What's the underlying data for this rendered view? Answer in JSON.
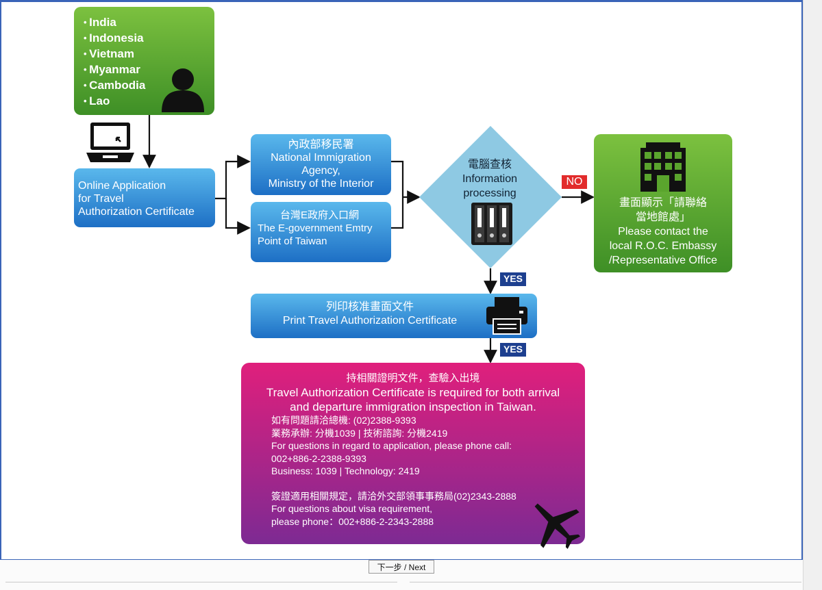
{
  "countries": [
    "India",
    "Indonesia",
    "Vietnam",
    "Myanmar",
    "Cambodia",
    "Lao"
  ],
  "online_application": [
    "Online Application",
    "for Travel",
    "Authorization Certificate"
  ],
  "nia": {
    "zh": "內政部移民署",
    "en1": "National Immigration",
    "en2": "Agency,",
    "en3": "Ministry of the Interior"
  },
  "egov": {
    "zh": "台灣E政府入口網",
    "en1": "The E-government Emtry",
    "en2": "Point of Taiwan"
  },
  "processing": {
    "zh": "電腦查核",
    "en1": "Information",
    "en2": "processing"
  },
  "labels": {
    "no": "NO",
    "yes1": "YES",
    "yes2": "YES"
  },
  "contact": {
    "zh1": "畫面顯示「請聯絡",
    "zh2": "當地館處」",
    "en1": "Please contact the",
    "en2": "local R.O.C. Embassy",
    "en3": "/Representative Office"
  },
  "print": {
    "zh": "列印核准畫面文件",
    "en": "Print Travel Authorization Certificate"
  },
  "final": {
    "zh_title": "持相關證明文件，查驗入出境",
    "en1": "Travel Authorization Certificate is required for both arrival",
    "en2": "and departure immigration inspection in Taiwan.",
    "l1": "如有問題請洽總機: (02)2388-9393",
    "l2": "業務承辦: 分機1039 | 技術諮詢: 分機2419",
    "l3": "For questions in regard to application, please phone call:",
    "l4": "002+886-2-2388-9393",
    "l5": "Business: 1039 | Technology: 2419",
    "l6": "簽證適用相關規定，請洽外交部領事事務局(02)2343-2888",
    "l7": "For questions about visa requirement,",
    "l8": "please phone：002+886-2-2343-2888"
  },
  "next_button": "下一步 / Next",
  "colors": {
    "green": "#4f9e2d",
    "blue": "#2a86d6",
    "diamond": "#8ec9e3",
    "magenta": "#c2237f",
    "yes_label": "#1d3f8f",
    "no_label": "#e22b2b"
  }
}
